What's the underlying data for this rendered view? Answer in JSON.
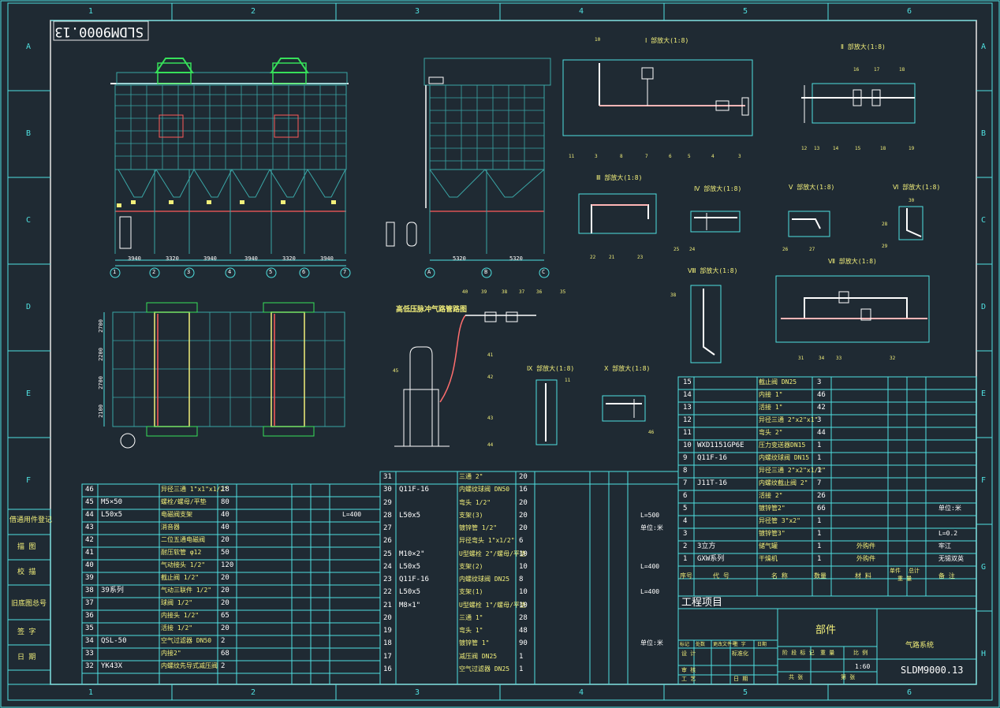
{
  "drawing_no_mirrored": "SLDM9000.13",
  "grid": {
    "cols": [
      "1",
      "2",
      "3",
      "4",
      "5",
      "6"
    ],
    "rows": [
      "A",
      "B",
      "C",
      "D",
      "E",
      "F",
      "G",
      "H"
    ]
  },
  "side_stamp": {
    "items": [
      "借通用件登记",
      "描 图",
      "校 描",
      "旧底图总号",
      "签 字",
      "日 期"
    ]
  },
  "views": {
    "front_dims": [
      "3940",
      "3320",
      "3940",
      "3940",
      "3320",
      "3940"
    ],
    "front_axes": [
      "1",
      "2",
      "3",
      "4",
      "5",
      "6",
      "7"
    ],
    "side_dims": [
      "5320",
      "5320"
    ],
    "side_axes": [
      "A",
      "B",
      "C"
    ],
    "plan_dims": [
      "2700",
      "2200",
      "2700",
      "2100"
    ],
    "plan_title": "高低压脉冲气路管路图"
  },
  "details": {
    "d1": {
      "title": "Ⅰ 部放大(1:8)",
      "nums": [
        "10",
        "11",
        "3",
        "8",
        "7",
        "6",
        "5",
        "4",
        "3"
      ]
    },
    "d2": {
      "title": "Ⅱ 部放大(1:8)",
      "nums": [
        "16",
        "17",
        "18",
        "12",
        "13",
        "14",
        "15",
        "18",
        "19"
      ]
    },
    "d3": {
      "title": "Ⅲ 部放大(1:8)",
      "nums": [
        "22",
        "21",
        "23"
      ]
    },
    "d4": {
      "title": "Ⅳ 部放大(1:8)",
      "nums": [
        "25",
        "24"
      ]
    },
    "d5": {
      "title": "Ⅴ 部放大(1:8)",
      "nums": [
        "26",
        "27"
      ]
    },
    "d6": {
      "title": "Ⅵ 部放大(1:8)",
      "nums": [
        "30",
        "28",
        "29"
      ]
    },
    "d7": {
      "title": "Ⅶ 部放大(1:8)",
      "nums": [
        "31",
        "34",
        "33",
        "32"
      ]
    },
    "d8": {
      "title": "Ⅷ 部放大(1:8)",
      "nums": [
        "38"
      ]
    },
    "d9": {
      "title": "Ⅸ 部放大(1:8)",
      "nums": [
        "11"
      ]
    },
    "d10": {
      "title": "Ⅹ 部放大(1:8)",
      "nums": [
        "46"
      ]
    },
    "pulse_nums": [
      "40",
      "39",
      "38",
      "37",
      "36",
      "35",
      "41",
      "42",
      "43",
      "44",
      "45"
    ]
  },
  "bom_left": [
    {
      "no": "46",
      "code": "",
      "name": "异径三通 1\"x1\"x1/2\"",
      "qty": "18",
      "note": ""
    },
    {
      "no": "45",
      "code": "M5×50",
      "name": "螺栓/螺母/平垫",
      "qty": "80",
      "note": ""
    },
    {
      "no": "44",
      "code": "L50x5",
      "name": "电磁阀支架",
      "qty": "40",
      "note": "L=400"
    },
    {
      "no": "43",
      "code": "",
      "name": "消音器",
      "qty": "40",
      "note": ""
    },
    {
      "no": "42",
      "code": "",
      "name": "二位五通电磁阀",
      "qty": "20",
      "note": ""
    },
    {
      "no": "41",
      "code": "",
      "name": "耐压软管 φ12",
      "qty": "50",
      "note": ""
    },
    {
      "no": "40",
      "code": "",
      "name": "气动接头 1/2\"",
      "qty": "120",
      "note": ""
    },
    {
      "no": "39",
      "code": "",
      "name": "截止阀 1/2\"",
      "qty": "20",
      "note": ""
    },
    {
      "no": "38",
      "code": "39系列",
      "name": "气动三联件 1/2\"",
      "qty": "20",
      "note": ""
    },
    {
      "no": "37",
      "code": "",
      "name": "球阀 1/2\"",
      "qty": "20",
      "note": ""
    },
    {
      "no": "36",
      "code": "",
      "name": "内接头 1/2\"",
      "qty": "65",
      "note": ""
    },
    {
      "no": "35",
      "code": "",
      "name": "活接 1/2\"",
      "qty": "20",
      "note": ""
    },
    {
      "no": "34",
      "code": "QSL-50",
      "name": "空气过滤器 DN50",
      "qty": "2",
      "note": ""
    },
    {
      "no": "33",
      "code": "",
      "name": "内接2\"",
      "qty": "68",
      "note": ""
    },
    {
      "no": "32",
      "code": "YK43X",
      "name": "内螺纹先导式减压阀",
      "qty": "2",
      "note": ""
    }
  ],
  "bom_mid": [
    {
      "no": "31",
      "code": "",
      "name": "三通 2\"",
      "qty": "20",
      "note": ""
    },
    {
      "no": "30",
      "code": "Q11F-16",
      "name": "内螺纹球阀 DN50",
      "qty": "16",
      "note": ""
    },
    {
      "no": "29",
      "code": "",
      "name": "弯头 1/2\"",
      "qty": "20",
      "note": ""
    },
    {
      "no": "28",
      "code": "L50x5",
      "name": "支架(3)",
      "qty": "20",
      "note": "L=500"
    },
    {
      "no": "27",
      "code": "",
      "name": "镀锌管 1/2\"",
      "qty": "20",
      "note": "单位:米"
    },
    {
      "no": "26",
      "code": "",
      "name": "异径弯头 1\"x1/2\"",
      "qty": "6",
      "note": ""
    },
    {
      "no": "25",
      "code": "M10×2\"",
      "name": "U型螺栓 2\"/螺母/平垫",
      "qty": "10",
      "note": ""
    },
    {
      "no": "24",
      "code": "L50x5",
      "name": "支架(2)",
      "qty": "10",
      "note": "L=400"
    },
    {
      "no": "23",
      "code": "Q11F-16",
      "name": "内螺纹球阀 DN25",
      "qty": "8",
      "note": ""
    },
    {
      "no": "22",
      "code": "L50x5",
      "name": "支架(1)",
      "qty": "10",
      "note": "L=400"
    },
    {
      "no": "21",
      "code": "M8×1\"",
      "name": "U型螺栓 1\"/螺母/平垫",
      "qty": "10",
      "note": ""
    },
    {
      "no": "20",
      "code": "",
      "name": "三通 1\"",
      "qty": "28",
      "note": ""
    },
    {
      "no": "19",
      "code": "",
      "name": "弯头 1\"",
      "qty": "48",
      "note": ""
    },
    {
      "no": "18",
      "code": "",
      "name": "镀锌管 1\"",
      "qty": "90",
      "note": "单位:米"
    },
    {
      "no": "17",
      "code": "",
      "name": "减压阀 DN25",
      "qty": "1",
      "note": ""
    },
    {
      "no": "16",
      "code": "",
      "name": "空气过滤器 DN25",
      "qty": "1",
      "note": ""
    }
  ],
  "bom_right": [
    {
      "no": "15",
      "code": "",
      "name": "截止阀 DN25",
      "qty": "3",
      "material": "",
      "note": ""
    },
    {
      "no": "14",
      "code": "",
      "name": "内接 1\"",
      "qty": "46",
      "material": "",
      "note": ""
    },
    {
      "no": "13",
      "code": "",
      "name": "活接 1\"",
      "qty": "42",
      "material": "",
      "note": ""
    },
    {
      "no": "12",
      "code": "",
      "name": "异径三通 2\"x2\"x1\"",
      "qty": "3",
      "material": "",
      "note": ""
    },
    {
      "no": "11",
      "code": "",
      "name": "弯头 2\"",
      "qty": "44",
      "material": "",
      "note": ""
    },
    {
      "no": "10",
      "code": "WXD1151GP6E",
      "name": "压力变送器DN15",
      "qty": "1",
      "material": "",
      "note": ""
    },
    {
      "no": "9",
      "code": "Q11F-16",
      "name": "内螺纹球阀 DN15",
      "qty": "1",
      "material": "",
      "note": ""
    },
    {
      "no": "8",
      "code": "",
      "name": "异径三通 2\"x2\"x1/2\"",
      "qty": "1",
      "material": "",
      "note": ""
    },
    {
      "no": "7",
      "code": "J11T-16",
      "name": "内螺纹截止阀 2\"",
      "qty": "7",
      "material": "",
      "note": ""
    },
    {
      "no": "6",
      "code": "",
      "name": "活接 2\"",
      "qty": "26",
      "material": "",
      "note": ""
    },
    {
      "no": "5",
      "code": "",
      "name": "镀锌管2\"",
      "qty": "66",
      "material": "",
      "note": "单位:米"
    },
    {
      "no": "4",
      "code": "",
      "name": "异径管 3\"x2\"",
      "qty": "1",
      "material": "",
      "note": ""
    },
    {
      "no": "3",
      "code": "",
      "name": "镀锌管3\"",
      "qty": "1",
      "material": "",
      "note": "L=0.2"
    },
    {
      "no": "2",
      "code": "3立方",
      "name": "储气罐",
      "qty": "1",
      "material": "外购件",
      "note": "牢江"
    },
    {
      "no": "1",
      "code": "GXW系列",
      "name": "干燥机",
      "qty": "1",
      "material": "外购件",
      "note": "无锡双英"
    }
  ],
  "bom_header": {
    "no": "序号",
    "code": "代 号",
    "name": "名 称",
    "qty": "数量",
    "material": "材 料",
    "unit": "单件",
    "total": "总计",
    "weight": "重 量",
    "note": "备 注"
  },
  "title_block": {
    "project_label": "工程项目",
    "part_label": "部件",
    "drawing_name": "气路系统",
    "drawing_no": "SLDM9000.13",
    "scale": "1:60",
    "sign_row": [
      "标记",
      "处数",
      "更改文件号",
      "签 字",
      "日期"
    ],
    "roles": [
      "设 计",
      "审 核",
      "工 艺"
    ],
    "role2": [
      "标准化",
      "",
      "日 期"
    ],
    "cols": [
      "阶 段 标 记",
      "重 量",
      "比 例"
    ],
    "sheet": [
      "共 张",
      "第 张"
    ]
  }
}
